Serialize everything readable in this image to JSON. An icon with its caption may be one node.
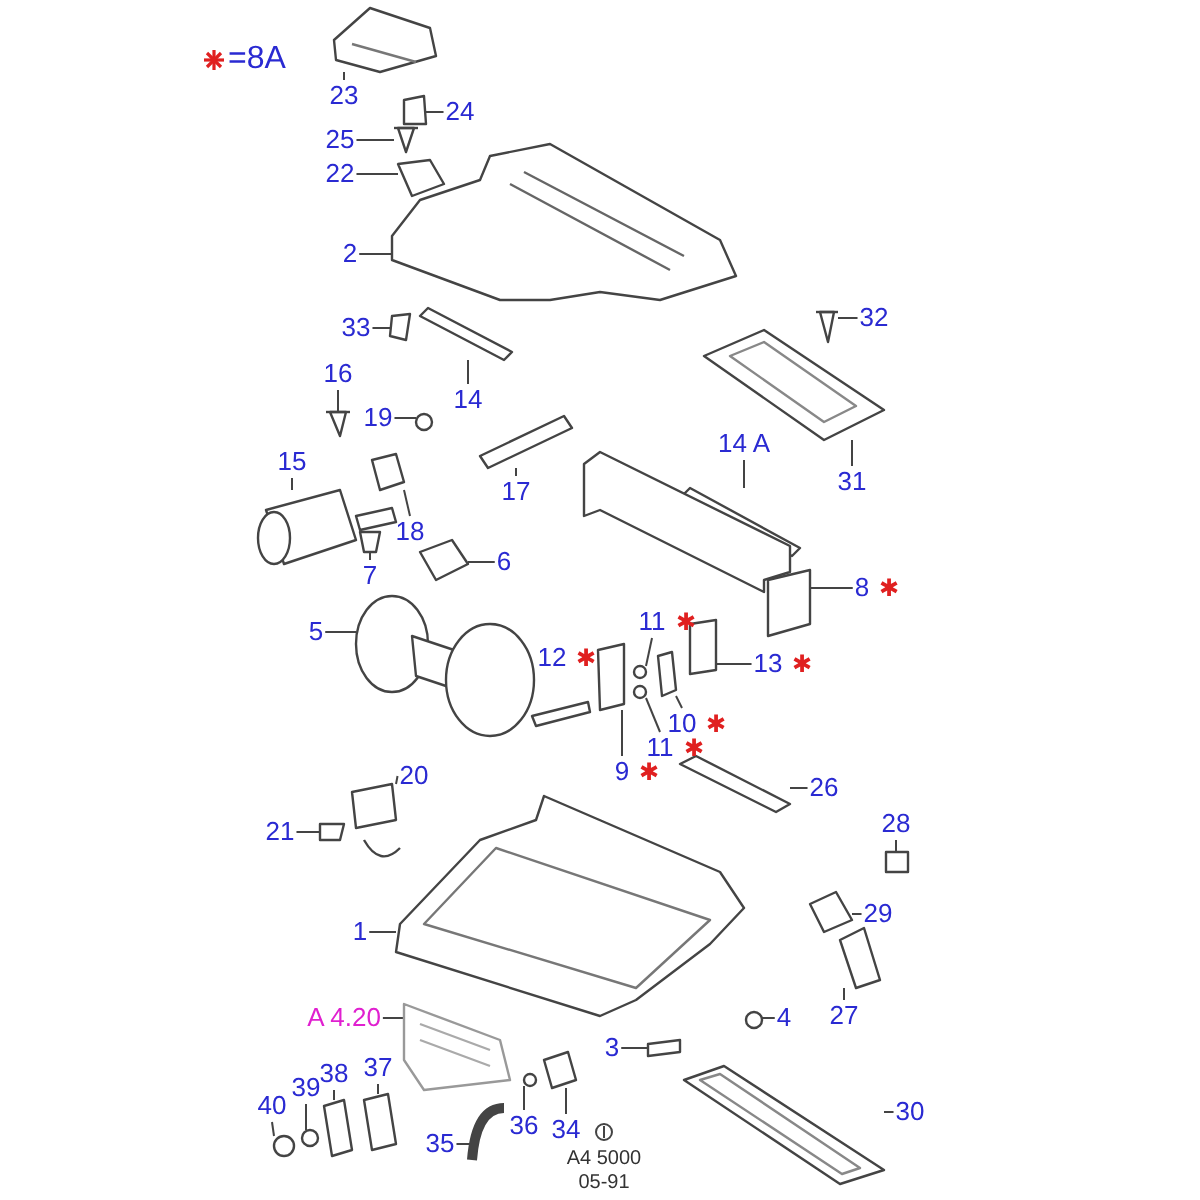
{
  "diagram": {
    "nodes": [
      {
        "text": [
          "23"
        ]
      },
      {
        "text": [
          "24"
        ]
      },
      {
        "text": [
          "25"
        ]
      },
      {
        "text": [
          "22"
        ]
      },
      {
        "text": [
          "2"
        ]
      },
      {
        "text": [
          "33"
        ]
      },
      {
        "text": [
          "14"
        ]
      },
      {
        "text": [
          "32"
        ]
      },
      {
        "text": [
          "31"
        ]
      },
      {
        "text": [
          "16"
        ]
      },
      {
        "text": [
          "19"
        ]
      },
      {
        "text": [
          "15"
        ]
      },
      {
        "text": [
          "17"
        ]
      },
      {
        "text": [
          "18"
        ]
      },
      {
        "text": [
          "14 A"
        ]
      },
      {
        "text": [
          "7"
        ]
      },
      {
        "text": [
          "6"
        ]
      },
      {
        "text": [
          "8"
        ],
        "beside": [
          "✱"
        ]
      },
      {
        "text": [
          "5"
        ]
      },
      {
        "text": [
          "11"
        ],
        "beside": [
          "✱"
        ]
      },
      {
        "text": [
          "13"
        ],
        "beside": [
          "✱"
        ]
      },
      {
        "text": [
          "12"
        ],
        "beside": [
          "✱"
        ]
      },
      {
        "text": [
          "10"
        ],
        "beside": [
          "✱"
        ]
      },
      {
        "text": [
          "11"
        ],
        "beside": [
          "✱"
        ]
      },
      {
        "text": [
          "9"
        ],
        "beside": [
          "✱"
        ]
      },
      {
        "text": [
          "20"
        ]
      },
      {
        "text": [
          "26"
        ]
      },
      {
        "text": [
          "28"
        ]
      },
      {
        "text": [
          "21"
        ]
      },
      {
        "text": [
          "29"
        ]
      },
      {
        "text": [
          "1"
        ]
      },
      {
        "text": [
          "27"
        ]
      },
      {
        "text": [
          "4"
        ]
      },
      {
        "text": [
          "A 4.20"
        ]
      },
      {
        "text": [
          "3"
        ]
      },
      {
        "text": [
          "30"
        ]
      },
      {
        "text": [
          "40"
        ]
      },
      {
        "text": [
          "39"
        ]
      },
      {
        "text": [
          "38"
        ]
      },
      {
        "text": [
          "37"
        ]
      },
      {
        "text": [
          "36"
        ]
      },
      {
        "text": [
          "34"
        ]
      },
      {
        "text": [
          "35"
        ]
      },
      {
        "text": [],
        "shape": "picture"
      },
      {
        "text": [],
        "shape": "box"
      },
      {
        "text": [],
        "shape": "picture"
      },
      {
        "text": [],
        "shape": "box"
      },
      {
        "text": [],
        "shape": "picture"
      },
      {
        "text": [],
        "shape": "box"
      },
      {
        "text": [],
        "shape": "box"
      },
      {
        "text": [],
        "shape": "picture"
      },
      {
        "text": [],
        "shape": "picture"
      },
      {
        "text": [],
        "shape": "picture"
      },
      {
        "text": [],
        "shape": "circle"
      },
      {
        "text": [],
        "shape": "picture"
      },
      {
        "text": [],
        "shape": "box"
      },
      {
        "text": [],
        "shape": "box"
      },
      {
        "text": [],
        "shape": "box"
      },
      {
        "text": [],
        "shape": "box"
      },
      {
        "text": [],
        "shape": "box"
      },
      {
        "text": [],
        "shape": "picture"
      },
      {
        "text": [],
        "shape": "picture"
      },
      {
        "text": [],
        "shape": "circle"
      },
      {
        "text": [],
        "shape": "box"
      },
      {
        "text": [],
        "shape": "box"
      },
      {
        "text": [],
        "shape": "circle"
      },
      {
        "text": [],
        "shape": "box"
      },
      {
        "text": [],
        "shape": "box"
      },
      {
        "text": [],
        "shape": "box"
      },
      {
        "text": [],
        "shape": "box"
      },
      {
        "text": [],
        "shape": "box"
      },
      {
        "text": [],
        "shape": "box"
      },
      {
        "text": [],
        "shape": "picture"
      },
      {
        "text": [],
        "shape": "box"
      },
      {
        "text": [],
        "shape": "circle"
      },
      {
        "text": [],
        "shape": "picture"
      },
      {
        "text": [],
        "shape": "box"
      },
      {
        "text": [],
        "shape": "picture"
      },
      {
        "text": [],
        "shape": "circle"
      },
      {
        "text": [],
        "shape": "circle"
      },
      {
        "text": [],
        "shape": "box"
      },
      {
        "text": [],
        "shape": "box"
      },
      {
        "text": [],
        "shape": "circle"
      },
      {
        "text": [],
        "shape": "box"
      },
      {
        "text": [],
        "shape": "picture"
      }
    ],
    "edges": [
      {
        "from": 0,
        "to": 43,
        "arrow": "none"
      },
      {
        "from": 1,
        "to": 44,
        "arrow": "none"
      },
      {
        "from": 2,
        "to": 45,
        "arrow": "none"
      },
      {
        "from": 3,
        "to": 46,
        "arrow": "none"
      },
      {
        "from": 4,
        "to": 47,
        "arrow": "none"
      },
      {
        "from": 5,
        "to": 48,
        "arrow": "none"
      },
      {
        "from": 6,
        "to": 49,
        "arrow": "none"
      },
      {
        "from": 7,
        "to": 50,
        "arrow": "none"
      },
      {
        "from": 8,
        "to": 51,
        "arrow": "none"
      },
      {
        "from": 9,
        "to": 52,
        "arrow": "none"
      },
      {
        "from": 10,
        "to": 53,
        "arrow": "none"
      },
      {
        "from": 11,
        "to": 54,
        "arrow": "none"
      },
      {
        "from": 12,
        "to": 55,
        "arrow": "none"
      },
      {
        "from": 13,
        "to": 56,
        "arrow": "none"
      },
      {
        "from": 14,
        "to": 57,
        "arrow": "none"
      },
      {
        "from": 15,
        "to": 58,
        "arrow": "none"
      },
      {
        "from": 16,
        "to": 59,
        "arrow": "none"
      },
      {
        "from": 17,
        "to": 60,
        "arrow": "none"
      },
      {
        "from": 18,
        "to": 61,
        "arrow": "none"
      },
      {
        "from": 19,
        "to": 62,
        "arrow": "none"
      },
      {
        "from": 20,
        "to": 63,
        "arrow": "none"
      },
      {
        "from": 22,
        "to": 64,
        "arrow": "none"
      },
      {
        "from": 23,
        "to": 65,
        "arrow": "none"
      },
      {
        "from": 24,
        "to": 66,
        "arrow": "none"
      },
      {
        "from": 25,
        "to": 67,
        "arrow": "none"
      },
      {
        "from": 26,
        "to": 68,
        "arrow": "none"
      },
      {
        "from": 27,
        "to": 69,
        "arrow": "none"
      },
      {
        "from": 28,
        "to": 70,
        "arrow": "none"
      },
      {
        "from": 29,
        "to": 71,
        "arrow": "none"
      },
      {
        "from": 30,
        "to": 72,
        "arrow": "none"
      },
      {
        "from": 31,
        "to": 73,
        "arrow": "none"
      },
      {
        "from": 32,
        "to": 74,
        "arrow": "none"
      },
      {
        "from": 33,
        "to": 75,
        "arrow": "none"
      },
      {
        "from": 34,
        "to": 76,
        "arrow": "none"
      },
      {
        "from": 35,
        "to": 77,
        "arrow": "none"
      },
      {
        "from": 36,
        "to": 78,
        "arrow": "none"
      },
      {
        "from": 37,
        "to": 79,
        "arrow": "none"
      },
      {
        "from": 38,
        "to": 80,
        "arrow": "none"
      },
      {
        "from": 39,
        "to": 81,
        "arrow": "none"
      },
      {
        "from": 40,
        "to": 82,
        "arrow": "none"
      },
      {
        "from": 41,
        "to": 83,
        "arrow": "none"
      },
      {
        "from": 42,
        "to": 84,
        "arrow": "none"
      }
    ],
    "labels": [
      "A4 5000",
      "05-91"
    ],
    "legend": [
      {
        "text": "=8A"
      }
    ]
  }
}
